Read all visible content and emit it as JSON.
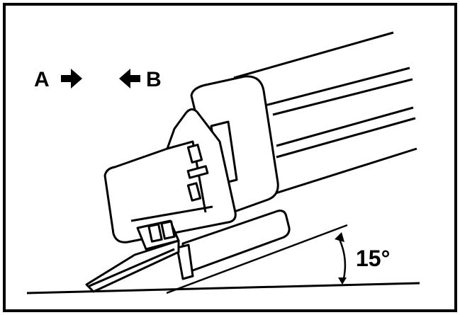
{
  "figure": {
    "label_a": "A",
    "label_b": "B",
    "angle_label": "15°",
    "arrow_a_direction": "right",
    "arrow_b_direction": "left",
    "ink_color": "#000000",
    "background_color": "#ffffff"
  }
}
